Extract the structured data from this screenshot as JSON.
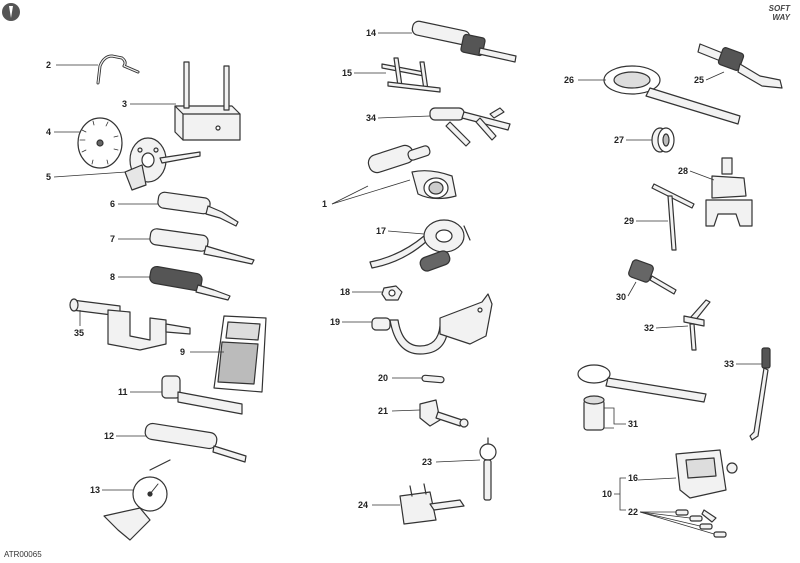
{
  "diagram": {
    "reference_code": "ATR00065",
    "logo_text": [
      "SOFT",
      "WAY"
    ],
    "callouts": [
      {
        "id": "c2",
        "label": "2"
      },
      {
        "id": "c3",
        "label": "3"
      },
      {
        "id": "c4",
        "label": "4"
      },
      {
        "id": "c5",
        "label": "5"
      },
      {
        "id": "c6",
        "label": "6"
      },
      {
        "id": "c7",
        "label": "7"
      },
      {
        "id": "c8",
        "label": "8"
      },
      {
        "id": "c35",
        "label": "35"
      },
      {
        "id": "c9",
        "label": "9"
      },
      {
        "id": "c11",
        "label": "11"
      },
      {
        "id": "c12",
        "label": "12"
      },
      {
        "id": "c13",
        "label": "13"
      },
      {
        "id": "c14",
        "label": "14"
      },
      {
        "id": "c15",
        "label": "15"
      },
      {
        "id": "c34",
        "label": "34"
      },
      {
        "id": "c1",
        "label": "1"
      },
      {
        "id": "c17",
        "label": "17"
      },
      {
        "id": "c18",
        "label": "18"
      },
      {
        "id": "c19",
        "label": "19"
      },
      {
        "id": "c20",
        "label": "20"
      },
      {
        "id": "c21",
        "label": "21"
      },
      {
        "id": "c23",
        "label": "23"
      },
      {
        "id": "c24",
        "label": "24"
      },
      {
        "id": "c26",
        "label": "26"
      },
      {
        "id": "c25",
        "label": "25"
      },
      {
        "id": "c27",
        "label": "27"
      },
      {
        "id": "c28",
        "label": "28"
      },
      {
        "id": "c29",
        "label": "29"
      },
      {
        "id": "c30",
        "label": "30"
      },
      {
        "id": "c32",
        "label": "32"
      },
      {
        "id": "c33",
        "label": "33"
      },
      {
        "id": "c31",
        "label": "31"
      },
      {
        "id": "c16",
        "label": "16"
      },
      {
        "id": "c10",
        "label": "10"
      },
      {
        "id": "c22",
        "label": "22"
      }
    ]
  }
}
